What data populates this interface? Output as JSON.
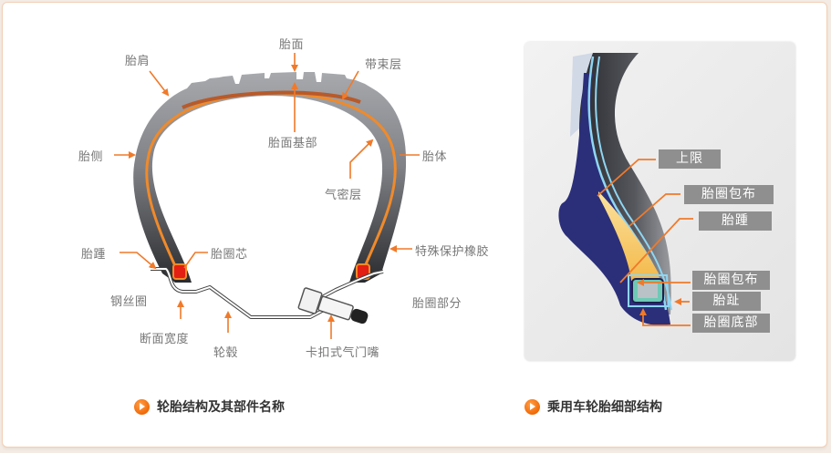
{
  "left_diagram": {
    "caption": "轮胎结构及其部件名称",
    "labels": {
      "shoulder": "胎肩",
      "tread": "胎面",
      "belt": "带束层",
      "sidewall": "胎侧",
      "tread_base": "胎面基部",
      "carcass": "胎体",
      "inner_liner": "气密层",
      "bead_filler": "胎踵",
      "bead_core": "胎圈芯",
      "chafer": "特殊保护橡胶",
      "wire_bead": "钢丝圈",
      "bead_section": "胎圈部分",
      "section_width": "断面宽度",
      "rim": "轮毂",
      "valve": "卡扣式气门嘴"
    }
  },
  "right_diagram": {
    "caption": "乘用车轮胎细部结构",
    "tags": {
      "upper_limit": "上限",
      "bead_wrap_1": "胎圈包布",
      "bead_heel": "胎踵",
      "bead_wrap_2": "胎圈包布",
      "bead_toe": "胎趾",
      "bead_base": "胎圈底部"
    }
  },
  "colors": {
    "accent_orange": "#f07a2a",
    "tire_gray": "#8a8c90",
    "label_gray": "#777777",
    "tag_gray": "#8f8f8f",
    "navy": "#2b2f7a",
    "light_blue": "#8fd6f2",
    "bead_yellow": "#f7c660"
  }
}
